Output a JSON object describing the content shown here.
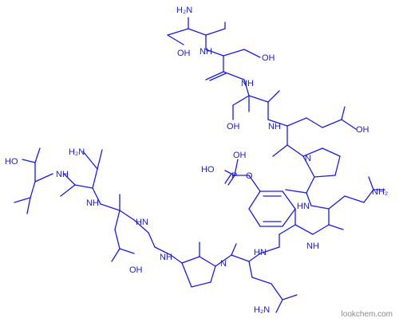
{
  "watermark": "lookchem.com",
  "colors": {
    "bond": "#1a1ae6",
    "watermark": "#8a8a8a"
  },
  "atom_labels": {
    "h2n_top": "H₂N",
    "oh_thr1": "OH",
    "nh_thr1": "NH",
    "oh_ser": "OH",
    "nh_ser": "NH",
    "oh_thr2": "OH",
    "nh_thr2": "NH",
    "oh_glu_side": "OH",
    "h2n_gln_side": "NH₂",
    "nh_gln": "HN",
    "oh_phos1": "HO",
    "p_phos": "P",
    "oh_phos2": "OH",
    "o_phos": "O",
    "nh_tyr": "NH",
    "nh_gln2": "HN",
    "n_pro2": "N",
    "nh_glyA": "HN",
    "nh_glyB": "NH",
    "oh_glu2": "OH",
    "h2n_asn": "H₂N",
    "nh_asn": "NH",
    "ho_leu": "HO",
    "nh_leu": "NH",
    "h2n_gln3": "H₂N",
    "n_pro1": "N"
  }
}
